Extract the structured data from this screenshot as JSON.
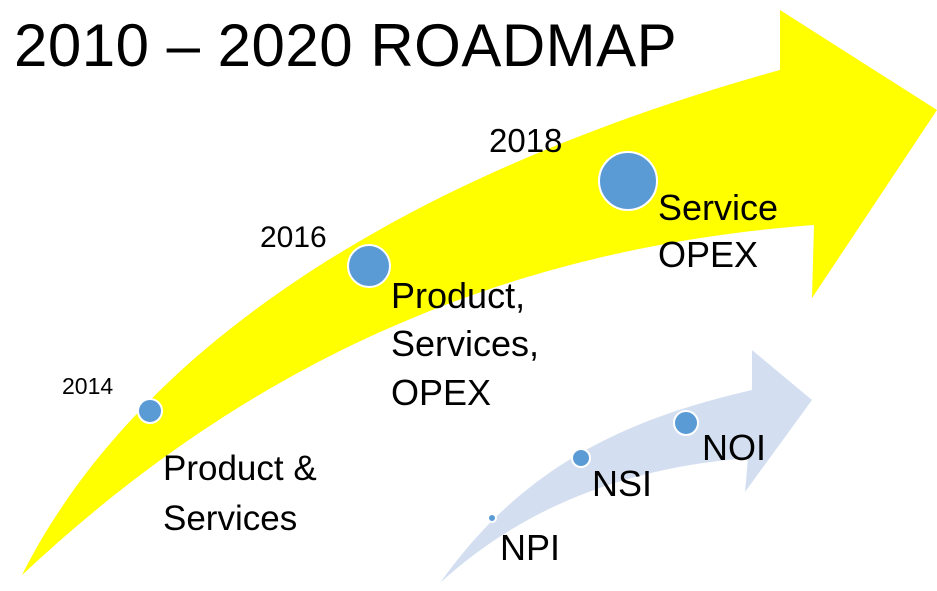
{
  "title": "2010 – 2020 ROADMAP",
  "colors": {
    "main_arrow": "#ffff00",
    "secondary_arrow": "#d3dff0",
    "marker": "#5b9bd5",
    "marker_border": "#ffffff",
    "text": "#000000"
  },
  "milestones": [
    {
      "year": "2014",
      "label_lines": [
        "Product &",
        "Services"
      ]
    },
    {
      "year": "2016",
      "label_lines": [
        "Product,",
        "Services,",
        "OPEX"
      ]
    },
    {
      "year": "2018",
      "label_lines": [
        "Service",
        "OPEX"
      ]
    }
  ],
  "secondary": [
    {
      "label": "NPI"
    },
    {
      "label": "NSI"
    },
    {
      "label": "NOI"
    }
  ]
}
